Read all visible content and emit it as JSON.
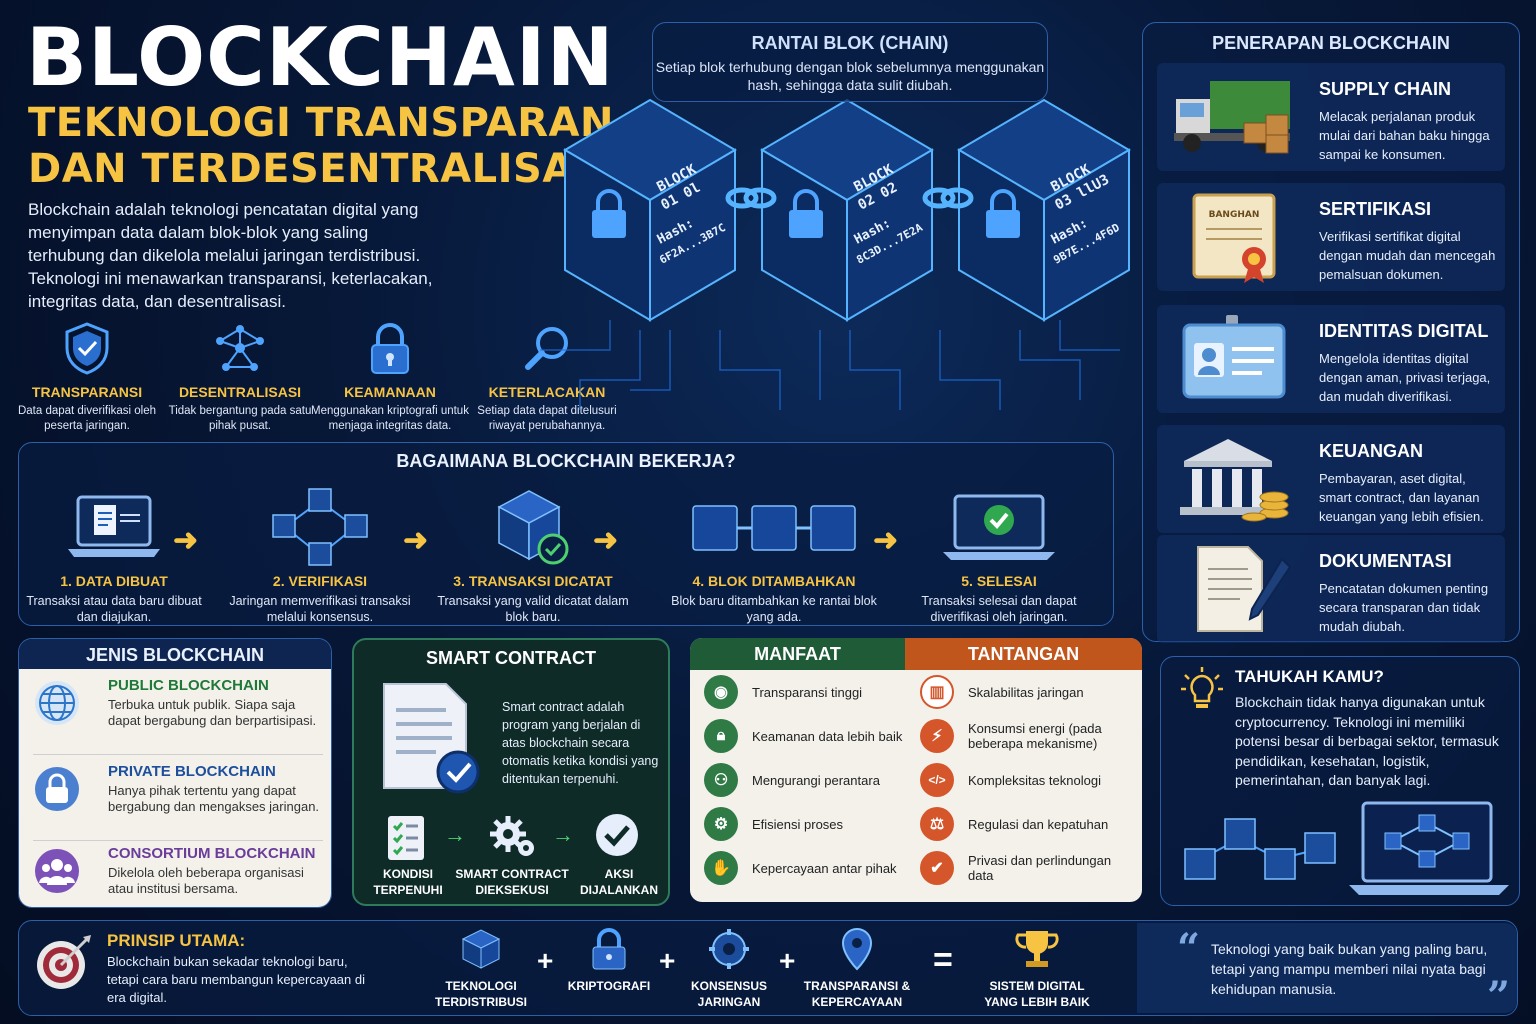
{
  "hero": {
    "title": "BLOCKCHAIN",
    "subtitle": "TEKNOLOGI TRANSPARAN\nDAN TERDESENTRALISASI",
    "intro": "Blockchain adalah teknologi pencatatan digital yang menyimpan data dalam blok-blok yang saling terhubung dan dikelola melalui jaringan terdistribusi. Teknologi ini menawarkan transparansi, keterlacakan, integritas data, dan desentralisasi."
  },
  "features": [
    {
      "title": "TRANSPARANSI",
      "desc": "Data dapat diverifikasi oleh peserta jaringan.",
      "icon": "shield-icon"
    },
    {
      "title": "DESENTRALISASI",
      "desc": "Tidak bergantung pada satu pihak pusat.",
      "icon": "network-icon"
    },
    {
      "title": "KEAMANAAN",
      "desc": "Menggunakan kriptografi untuk menjaga integritas data.",
      "icon": "lock-icon"
    },
    {
      "title": "KETERLACAKAN",
      "desc": "Setiap data dapat ditelusuri riwayat perubahannya.",
      "icon": "magnifier-icon"
    }
  ],
  "chain": {
    "title": "RANTAI BLOK (CHAIN)",
    "desc": "Setiap blok terhubung dengan blok sebelumnya menggunakan hash, sehingga data sulit diubah.",
    "blocks": [
      {
        "label": "BLOCK",
        "num": "01 0l",
        "hash_label": "Hash:",
        "hash": "6F2A...3B7C"
      },
      {
        "label": "BLOCK",
        "num": "02 02",
        "hash_label": "Hash:",
        "hash": "8C3D...7E2A"
      },
      {
        "label": "BLOCK",
        "num": "03 llU3",
        "hash_label": "Hash:",
        "hash": "9B7E...4F6D"
      }
    ]
  },
  "how": {
    "title": "BAGAIMANA BLOCKCHAIN BEKERJA?",
    "steps": [
      {
        "title": "1. DATA DIBUAT",
        "desc": "Transaksi atau data baru dibuat dan diajukan."
      },
      {
        "title": "2. VERIFIKASI",
        "desc": "Jaringan memverifikasi transaksi melalui konsensus."
      },
      {
        "title": "3. TRANSAKSI DICATAT",
        "desc": "Transaksi yang valid dicatat dalam blok baru."
      },
      {
        "title": "4. BLOK DITAMBAHKAN",
        "desc": "Blok baru ditambahkan ke rantai blok yang ada."
      },
      {
        "title": "5. SELESAI",
        "desc": "Transaksi selesai dan dapat diverifikasi oleh jaringan."
      }
    ]
  },
  "applications": {
    "title": "PENERAPAN BLOCKCHAIN",
    "items": [
      {
        "title": "SUPPLY CHAIN",
        "desc": "Melacak perjalanan produk mulai dari bahan baku hingga sampai ke konsumen."
      },
      {
        "title": "SERTIFIKASI",
        "desc": "Verifikasi sertifikat digital dengan mudah dan mencegah pemalsuan dokumen.",
        "badge": "BANGHAN"
      },
      {
        "title": "IDENTITAS DIGITAL",
        "desc": "Mengelola identitas digital dengan aman, privasi terjaga, dan mudah diverifikasi."
      },
      {
        "title": "KEUANGAN",
        "desc": "Pembayaran, aset digital, smart contract, dan layanan keuangan yang lebih efisien."
      },
      {
        "title": "DOKUMENTASI",
        "desc": "Pencatatan dokumen penting secara transparan dan tidak mudah diubah."
      }
    ]
  },
  "types": {
    "title": "JENIS BLOCKCHAIN",
    "items": [
      {
        "title": "PUBLIC BLOCKCHAIN",
        "desc": "Terbuka untuk publik. Siapa saja dapat bergabung dan berpartisipasi.",
        "color": "#1f7a3a"
      },
      {
        "title": "PRIVATE BLOCKCHAIN",
        "desc": "Hanya pihak tertentu yang dapat bergabung dan mengakses jaringan.",
        "color": "#1d4f9c"
      },
      {
        "title": "CONSORTIUM BLOCKCHAIN",
        "desc": "Dikelola oleh beberapa organisasi atau institusi bersama.",
        "color": "#6a3d9a"
      }
    ]
  },
  "smart": {
    "title": "SMART CONTRACT",
    "desc": "Smart contract adalah program yang berjalan di atas blockchain secara otomatis ketika kondisi yang ditentukan terpenuhi.",
    "flow": [
      "KONDISI TERPENUHI",
      "SMART CONTRACT DIEKSEKUSI",
      "AKSI DIJALANKAN"
    ]
  },
  "benefits": {
    "title": "MANFAAT",
    "items": [
      "Transparansi tinggi",
      "Keamanan data lebih baik",
      "Mengurangi perantara",
      "Efisiensi proses",
      "Kepercayaan antar pihak"
    ]
  },
  "challenges": {
    "title": "TANTANGAN",
    "items": [
      "Skalabilitas jaringan",
      "Konsumsi energi (pada beberapa mekanisme)",
      "Kompleksitas teknologi",
      "Regulasi dan kepatuhan",
      "Privasi dan perlindungan data"
    ]
  },
  "fact": {
    "title": "TAHUKAH KAMU?",
    "desc": "Blockchain tidak hanya digunakan untuk cryptocurrency. Teknologi ini memiliki potensi besar di berbagai sektor, termasuk pendidikan, kesehatan, logistik, pemerintahan, dan banyak lagi."
  },
  "principle": {
    "title": "PRINSIP UTAMA:",
    "desc": "Blockchain bukan sekadar teknologi baru, tetapi cara baru membangun kepercayaan di era digital.",
    "items": [
      "TEKNOLOGI TERDISTRIBUSI",
      "KRIPTOGRAFI",
      "KONSENSUS JARINGAN",
      "TRANSPARANSI & KEPERCAYAAN"
    ],
    "plus": "+",
    "equals": "=",
    "result": "SISTEM DIGITAL YANG LEBIH BAIK",
    "quote": "Teknologi yang baik bukan yang paling baru, tetapi yang mampu memberi nilai nyata bagi kehidupan manusia.",
    "quote_open": "“",
    "quote_close": "”"
  },
  "colors": {
    "accent": "#f6c342",
    "panel_border": "#2d5fa8",
    "benefit": "#1f5b37",
    "challenge": "#c0561c"
  }
}
